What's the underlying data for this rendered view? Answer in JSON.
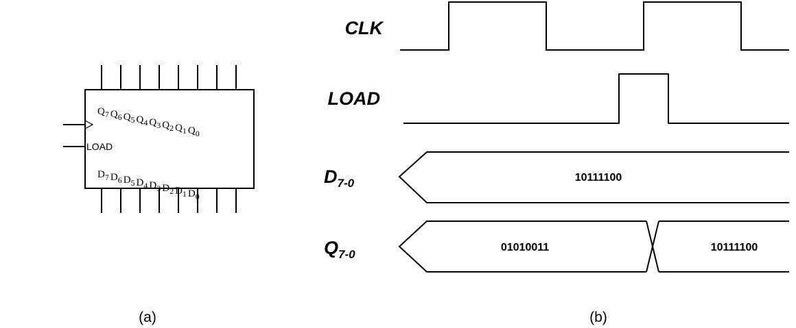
{
  "register": {
    "q_pins": [
      {
        "letter": "Q",
        "sub": "7"
      },
      {
        "letter": "Q",
        "sub": "6"
      },
      {
        "letter": "Q",
        "sub": "5"
      },
      {
        "letter": "Q",
        "sub": "4"
      },
      {
        "letter": "Q",
        "sub": "3"
      },
      {
        "letter": "Q",
        "sub": "2"
      },
      {
        "letter": "Q",
        "sub": "1"
      },
      {
        "letter": "Q",
        "sub": "0"
      }
    ],
    "d_pins": [
      {
        "letter": "D",
        "sub": "7"
      },
      {
        "letter": "D",
        "sub": "6"
      },
      {
        "letter": "D",
        "sub": "5"
      },
      {
        "letter": "D",
        "sub": "4"
      },
      {
        "letter": "D",
        "sub": "3"
      },
      {
        "letter": "D",
        "sub": "2"
      },
      {
        "letter": "D",
        "sub": "1"
      },
      {
        "letter": "D",
        "sub": "0"
      }
    ],
    "load_label": "LOAD",
    "clock_symbol": "clock-triangle"
  },
  "timing": {
    "signals": [
      {
        "name": "CLK",
        "sub": ""
      },
      {
        "name": "LOAD",
        "sub": ""
      },
      {
        "name": "D",
        "sub": "7-0"
      },
      {
        "name": "Q",
        "sub": "7-0"
      }
    ],
    "d_value": "10111100",
    "q_value_before": "01010011",
    "q_value_after": "10111100"
  },
  "captions": {
    "a": "(a)",
    "b": "(b)"
  }
}
